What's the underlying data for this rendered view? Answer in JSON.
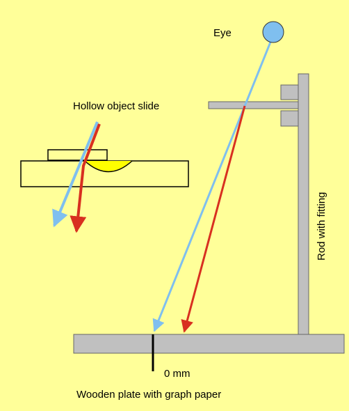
{
  "labels": {
    "eye": "Eye",
    "slide": "Hollow object slide",
    "rod": "Rod with fitting",
    "zero": "0 mm",
    "plate": "Wooden plate with graph paper"
  },
  "colors": {
    "background": "#ffff99",
    "apparatus": "#c0c0c0",
    "blue_ray": "#7fbfef",
    "red_ray": "#d83020",
    "eye": "#7fbfef",
    "liquid": "#ffff00"
  }
}
